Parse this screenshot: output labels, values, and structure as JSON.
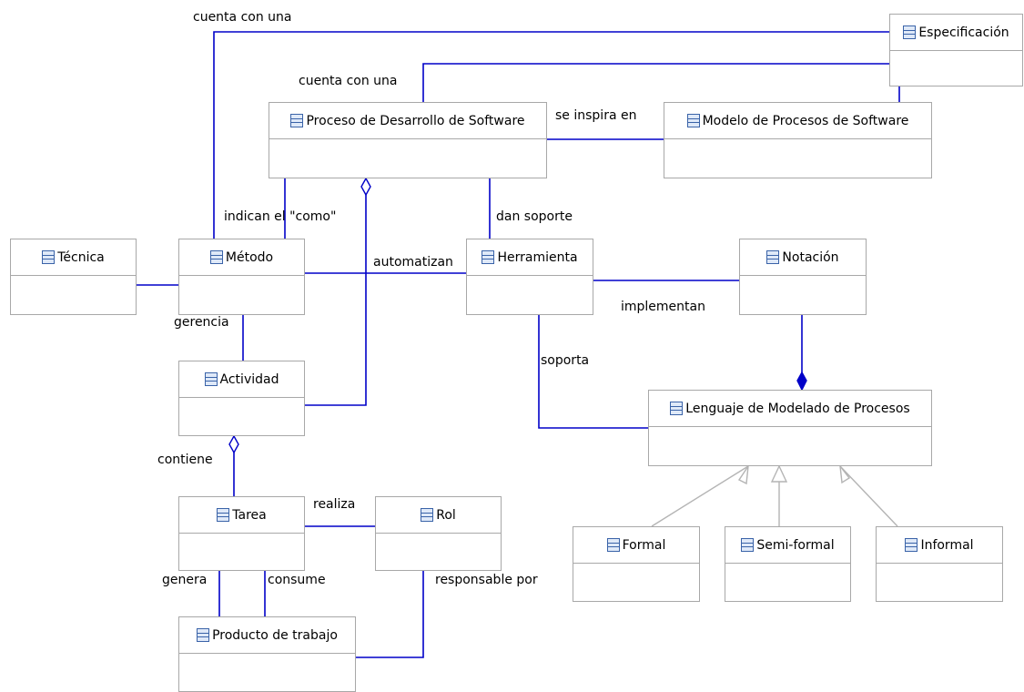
{
  "classes": {
    "especificacion": "Especificación",
    "proceso": "Proceso de Desarrollo de Software",
    "modelo": "Modelo de Procesos de Software",
    "tecnica": "Técnica",
    "metodo": "Método",
    "herramienta": "Herramienta",
    "notacion": "Notación",
    "actividad": "Actividad",
    "lenguaje": "Lenguaje de Modelado de Procesos",
    "tarea": "Tarea",
    "rol": "Rol",
    "formal": "Formal",
    "semiformal": "Semi-formal",
    "informal": "Informal",
    "producto": "Producto de trabajo"
  },
  "labels": {
    "cuenta_metodo": "cuenta con una",
    "cuenta_proceso": "cuenta con una",
    "se_inspira": "se inspira en",
    "indican": "indican el \"como\"",
    "dan_soporte": "dan soporte",
    "automatizan": "automatizan",
    "implementan": "implementan",
    "gerencia": "gerencia",
    "soporta": "soporta",
    "contiene": "contiene",
    "realiza": "realiza",
    "genera": "genera",
    "consume": "consume",
    "responsable": "responsable por"
  },
  "colors": {
    "association": "#0000c8",
    "generalization": "#b4b4b4",
    "class_border": "#a8a8a8",
    "class_icon": "#3a63a8"
  }
}
